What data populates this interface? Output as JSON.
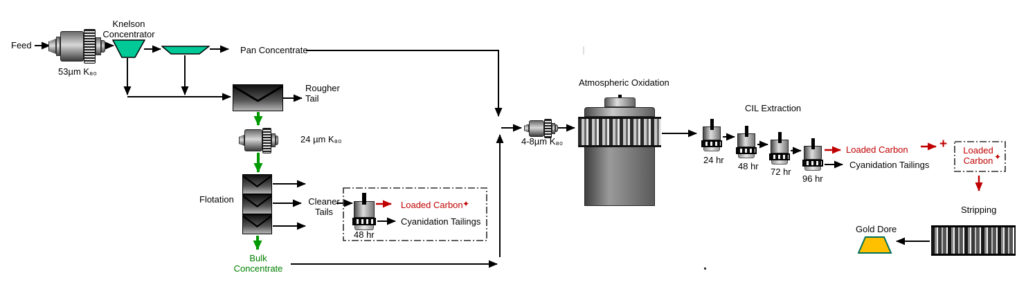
{
  "colors": {
    "equipment_green": "#00C896",
    "gold_dore_fill": "#FFC000",
    "gold_dore_border": "#00705A",
    "flow_red": "#C00000",
    "flow_green": "#009900",
    "text_black": "#000000"
  },
  "labels": {
    "feed": "Feed",
    "mill1_k80": "53µm K₈₀",
    "knelson": "Knelson Concentrator",
    "pan_concentrate": "Pan Concentrate",
    "rougher_tail": "Rougher Tail",
    "mill2_k80": "24 µm K₈₀",
    "flotation": "Flotation",
    "cleaner_tails": "Cleaner Tails",
    "bulk_concentrate": "Bulk Concentrate",
    "mill3_k80": "4-8µm K₈₀",
    "atmospheric_oxidation": "Atmospheric Oxidation",
    "cil_extraction": "CIL Extraction",
    "stripping": "Stripping",
    "gold_dore": "Gold Dore"
  },
  "batch_leach": {
    "duration": "48 hr",
    "loaded_carbon": "Loaded Carbon",
    "carbon_symbol": "✦",
    "cyanidation_tailings": "Cyanidation Tailings"
  },
  "cil": {
    "tank_durations": [
      "24 hr",
      "48 hr",
      "72 hr",
      "96 hr"
    ],
    "loaded_carbon": "Loaded Carbon",
    "cyanidation_tailings": "Cyanidation Tailings",
    "combine_symbol": "+",
    "carbon_box_label": "Loaded Carbon",
    "carbon_symbol": "✦"
  }
}
